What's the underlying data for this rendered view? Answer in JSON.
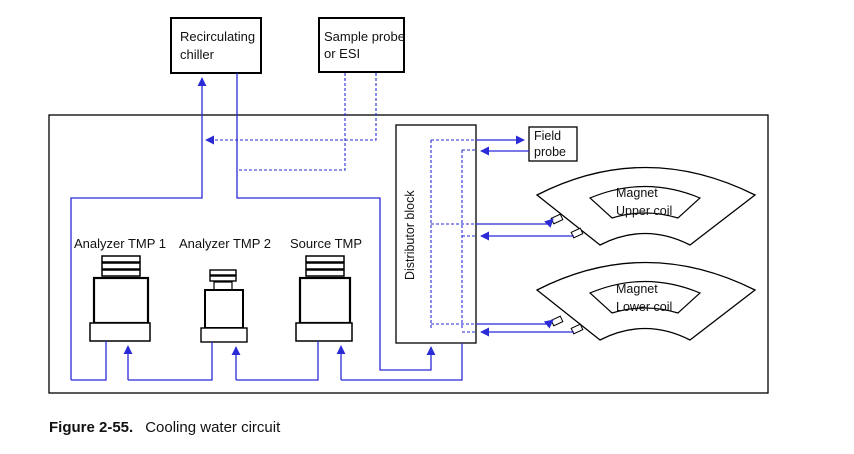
{
  "labels": {
    "chiller": [
      "Recirculating",
      "chiller"
    ],
    "sample": [
      "Sample probe",
      "or ESI"
    ],
    "field": [
      "Field",
      "probe"
    ],
    "distributor": "Distributor block",
    "tmp1": "Analyzer TMP 1",
    "tmp2": "Analyzer TMP 2",
    "source": "Source TMP",
    "upper": [
      "Magnet",
      "Upper coil"
    ],
    "lower": [
      "Magnet",
      "Lower coil"
    ]
  },
  "caption": {
    "number": "Figure 2-55.",
    "title": "Cooling water circuit"
  },
  "colors": {
    "line": "#2a2ad6",
    "outline": "#000000"
  }
}
